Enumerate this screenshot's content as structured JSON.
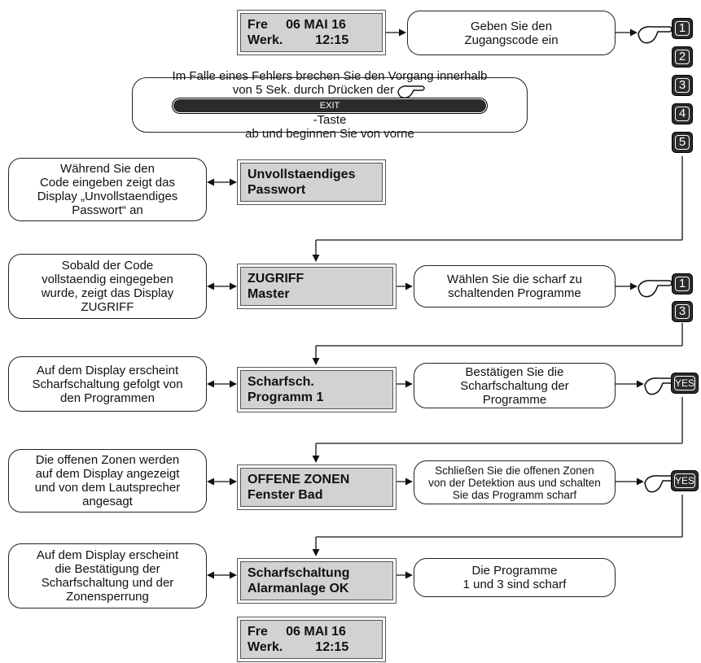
{
  "displays": {
    "start": {
      "line1": "Fre     06 MAI 16",
      "line2": "Werk.         12:15"
    },
    "incomplete": {
      "line1": "Unvollstaendiges",
      "line2": "Passwort"
    },
    "access": {
      "line1": "ZUGRIFF",
      "line2": "Master"
    },
    "arming": {
      "line1": "Scharfsch.",
      "line2": "Programm 1"
    },
    "open_zones": {
      "line1": "OFFENE ZONEN",
      "line2": "Fenster Bad"
    },
    "confirm": {
      "line1": "Scharfschaltung",
      "line2": "Alarmanlage OK"
    },
    "end": {
      "line1": "Fre     06 MAI 16",
      "line2": "Werk.         12:15"
    }
  },
  "bubbles": {
    "enter_code": [
      "Geben Sie den",
      "Zugangscode ein"
    ],
    "error": {
      "line1": "Im Falle eines Fehlers brechen Sie den Vorgang innerhalb",
      "line2_pre": "von 5 Sek. durch Drücken der",
      "line2_post": "-Taste",
      "line3": "ab und beginnen Sie von vorne"
    },
    "incomplete_info": [
      "Während Sie den",
      "Code eingeben zeigt das",
      "Display „Unvollstaendiges",
      "Passwort“ an"
    ],
    "complete_info": [
      "Sobald der Code",
      "vollstaendig eingegeben",
      "wurde, zeigt das Display",
      "ZUGRIFF"
    ],
    "select_programs": [
      "Wählen Sie die scharf zu",
      "schaltenden Programme"
    ],
    "display_arming": [
      "Auf dem Display erscheint",
      "Scharfschaltung gefolgt von",
      "den Programmen"
    ],
    "confirm_programs": [
      "Bestätigen Sie die",
      "Scharfschaltung der",
      "Programme"
    ],
    "open_zones_info": [
      "Die offenen Zonen werden",
      "auf dem Display angezeigt",
      "und von dem Lautsprecher",
      "angesagt"
    ],
    "exclude_zones": [
      "Schließen Sie die offenen Zonen",
      "von der Detektion aus und schalten",
      "Sie das Programm scharf"
    ],
    "display_confirm": [
      "Auf dem Display erscheint",
      "die Bestätigung der",
      "Scharfschaltung und der",
      "Zonensperrung"
    ],
    "armed": [
      "Die Programme",
      "1 und 3 sind scharf"
    ]
  },
  "keys": {
    "code": [
      "1",
      "2",
      "3",
      "4",
      "5"
    ],
    "programs": [
      "1",
      "3"
    ],
    "yes": "YES",
    "exit": "EXIT"
  }
}
